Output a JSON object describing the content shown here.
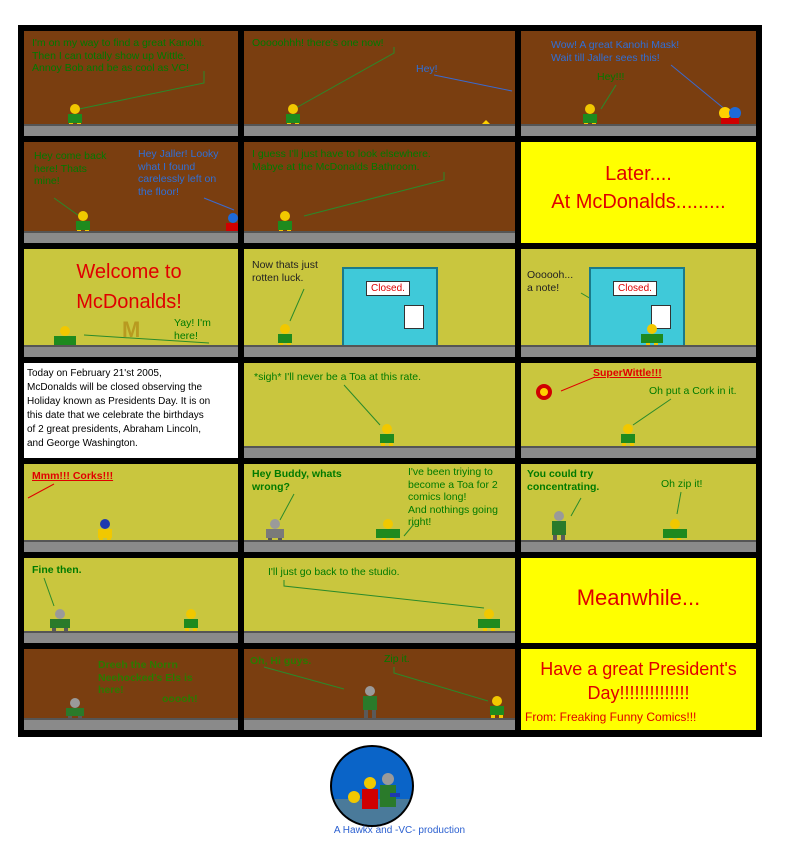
{
  "comic": {
    "panels": [
      {
        "texts": [
          "I'm on my way to find a great Kanohi.\nThen I can totally show up Wittle.\nAnnoy Bob and be as cool as VC!"
        ]
      },
      {
        "texts": [
          "Ooooohhh! there's one now!",
          "Hey!"
        ]
      },
      {
        "texts": [
          "Wow! A great Kanohi Mask!\nWait till Jaller sees this!",
          "Hey!!!"
        ]
      },
      {
        "texts": [
          "Hey come back\nhere! Thats\nmine!",
          "Hey Jaller! Looky\nwhat I found\ncarelessly left on\nthe floor!"
        ]
      },
      {
        "texts": [
          "I guess I'll just have to look elsewhere.\nMabye at the McDonalds Bathroom."
        ]
      },
      {
        "texts": [
          "Later....\nAt McDonalds........."
        ]
      },
      {
        "texts": [
          "Welcome to\nMcDonalds!",
          "Yay! I'm\nhere!",
          "M"
        ]
      },
      {
        "texts": [
          "Now thats just\nrotten luck.",
          "Closed."
        ]
      },
      {
        "texts": [
          "Oooooh...\na note!",
          "Closed."
        ]
      },
      {
        "texts": [
          "Today on February 21'st 2005,\nMcDonalds will be closed observing the\nHoliday known as Presidents Day.  It is on\nthis date that we celebrate the birthdays\nof 2 great presidents, Abraham Lincoln,\nand George Washington."
        ]
      },
      {
        "texts": [
          "*sigh* I'll never be a Toa at this rate."
        ]
      },
      {
        "texts": [
          "SuperWittle!!!",
          "Oh put a Cork in it."
        ]
      },
      {
        "texts": [
          "Mmm!!! Corks!!!"
        ]
      },
      {
        "texts": [
          "Hey Buddy, whats\nwrong?",
          "I've been triying to\nbecome a Toa for 2\ncomics long!\nAnd nothings going\nright!"
        ]
      },
      {
        "texts": [
          "You could try\nconcentrating.",
          "Oh zip it!"
        ]
      },
      {
        "texts": [
          "Fine then."
        ]
      },
      {
        "texts": [
          "I'll just go back to the studio."
        ]
      },
      {
        "texts": [
          "Meanwhile..."
        ]
      },
      {
        "texts": [
          "Dreeh the Norrn\nNeehocked's Els is\nhere!",
          "ooooh!"
        ]
      },
      {
        "texts": [
          "Oh, Hi guys.",
          "Zip it."
        ]
      },
      {
        "texts": [
          "Have a great President's\nDay!!!!!!!!!!!!!!",
          "From: Freaking Funny Comics!!!"
        ]
      }
    ]
  },
  "footer": {
    "credit": "A Hawkx and -VC- production"
  },
  "colors": {
    "brown": "#7a3e10",
    "olive": "#c9c63e",
    "yellow": "#ffff00",
    "floor": "#8a8a8a",
    "red_text": "#e00000",
    "green_text": "#007a00",
    "blue_text": "#2f6fd8"
  }
}
